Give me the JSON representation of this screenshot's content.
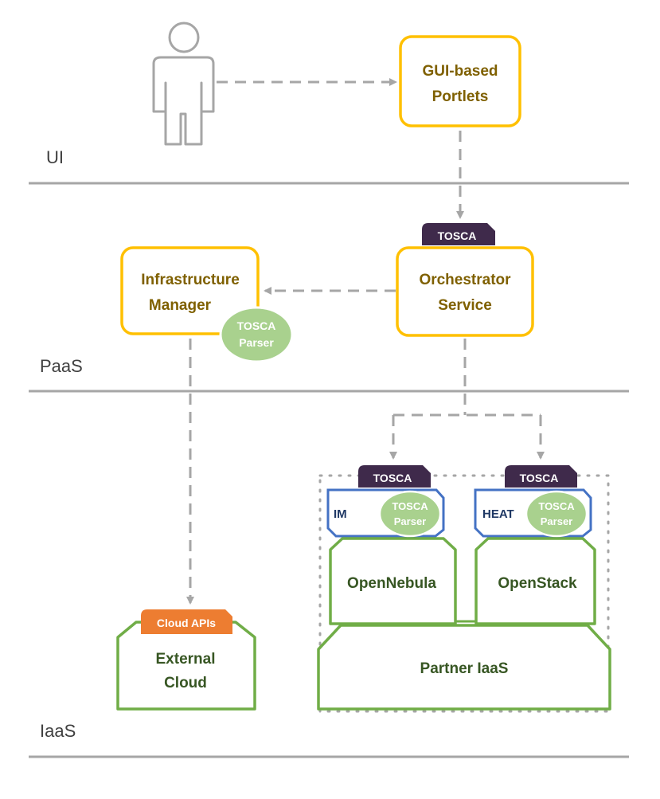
{
  "layers": {
    "ui": "UI",
    "paas": "PaaS",
    "iaas": "IaaS"
  },
  "boxes": {
    "gui_portlets": {
      "line1": "GUI-based",
      "line2": "Portlets"
    },
    "orchestrator": {
      "line1": "Orchestrator",
      "line2": "Service"
    },
    "infra_manager": {
      "line1": "Infrastructure",
      "line2": "Manager"
    },
    "external_cloud": {
      "line1": "External",
      "line2": "Cloud"
    },
    "opennebula": "OpenNebula",
    "openstack": "OpenStack",
    "partner_iaas": "Partner IaaS"
  },
  "tags": {
    "tosca": "TOSCA",
    "cloud_apis": "Cloud APIs"
  },
  "parser": {
    "line1": "TOSCA",
    "line2": "Parser"
  },
  "plugins": {
    "im": "IM",
    "heat": "HEAT"
  },
  "colors": {
    "gold_border": "#FFC000",
    "gold_text": "#7F6000",
    "green_border": "#70AD47",
    "green_text": "#375623",
    "blue_border": "#4472C4",
    "tosca_tag": "#3F2A4B",
    "cloud_tag": "#ED7D31",
    "parser_fill": "#A9D18E",
    "arrow_gray": "#A6A6A6",
    "layer_line": "#A6A6A6"
  }
}
